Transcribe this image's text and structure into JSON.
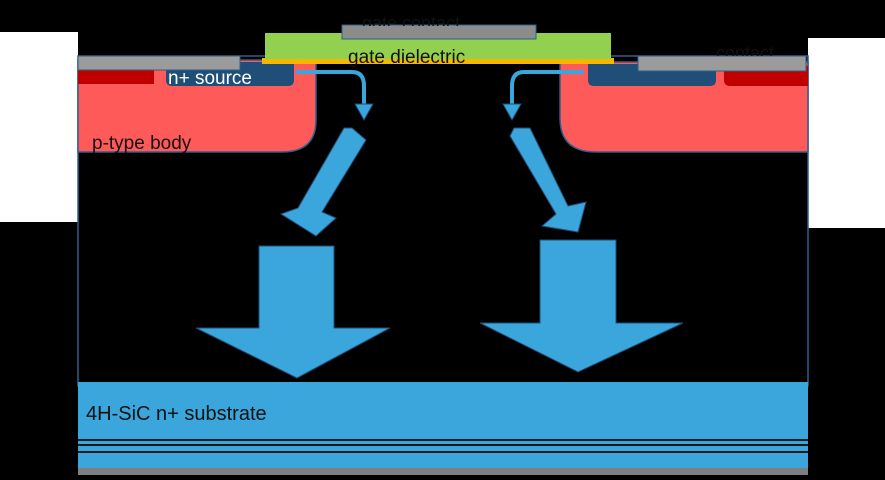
{
  "labels": {
    "gate_contact": "gate contact",
    "gate_dielectric": "gate dielectric",
    "n_source": "n+ source",
    "p_body": "p-type body",
    "source_contact_right": "contact",
    "substrate": "4H-SiC n+ substrate"
  },
  "colors": {
    "background": "#000000",
    "white_panel": "#ffffff",
    "metal_contact": "#9b9b9b",
    "gate_dielectric": "#92d050",
    "gate_oxide_strip": "#f5b800",
    "p_body": "#ff5a5a",
    "n_source": "#1f4e79",
    "p_plus": "#c00000",
    "current_arrow": "#3aa6dc",
    "substrate": "#3aa6dc",
    "outline": "#2f5f8a"
  },
  "icons": [
    "current-flow-arrow",
    "channel-turn-arrow"
  ]
}
